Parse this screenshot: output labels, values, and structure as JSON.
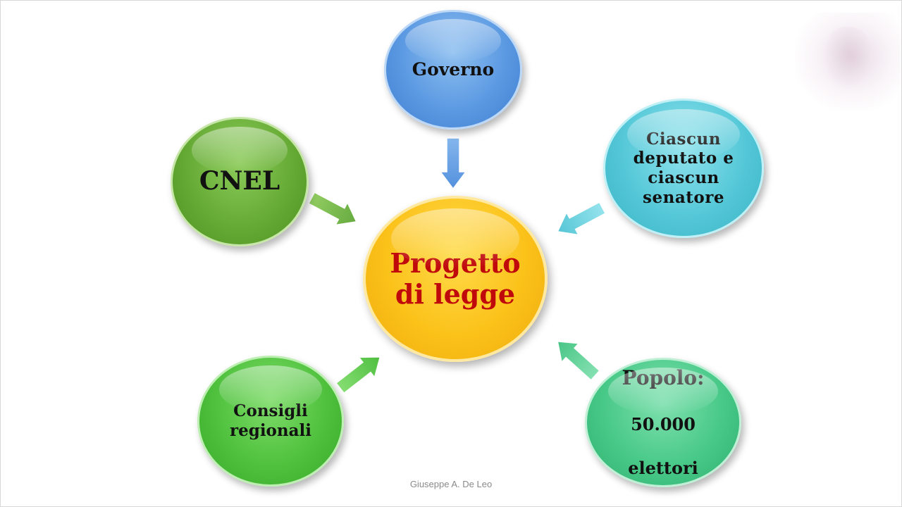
{
  "diagram": {
    "center": {
      "label_line1": "Progetto",
      "label_line2": "di legge"
    },
    "nodes": {
      "governo": "Governo",
      "cnel": "CNEL",
      "deputato": "Ciascun\ndeputato e\nciascun\nsenatore",
      "consigli": "Consigli\nregionali",
      "popolo": {
        "line1": "Popolo:",
        "line2": "50.000",
        "line3": "elettori"
      }
    }
  },
  "footer": {
    "author": "Giuseppe A. De Leo"
  },
  "colors": {
    "center_text": "#c0090b",
    "governo": "#5b99e2",
    "cnel": "#66ab35",
    "deputato": "#55c8d8",
    "progetto": "#fbc21a",
    "consigli": "#4fc13d",
    "popolo": "#48c988"
  },
  "icons": {
    "arrow_governo": "arrow-down-icon",
    "arrow_cnel": "arrow-down-right-icon",
    "arrow_deputato": "arrow-down-left-icon",
    "arrow_consigli": "arrow-up-right-icon",
    "arrow_popolo": "arrow-up-left-icon"
  }
}
